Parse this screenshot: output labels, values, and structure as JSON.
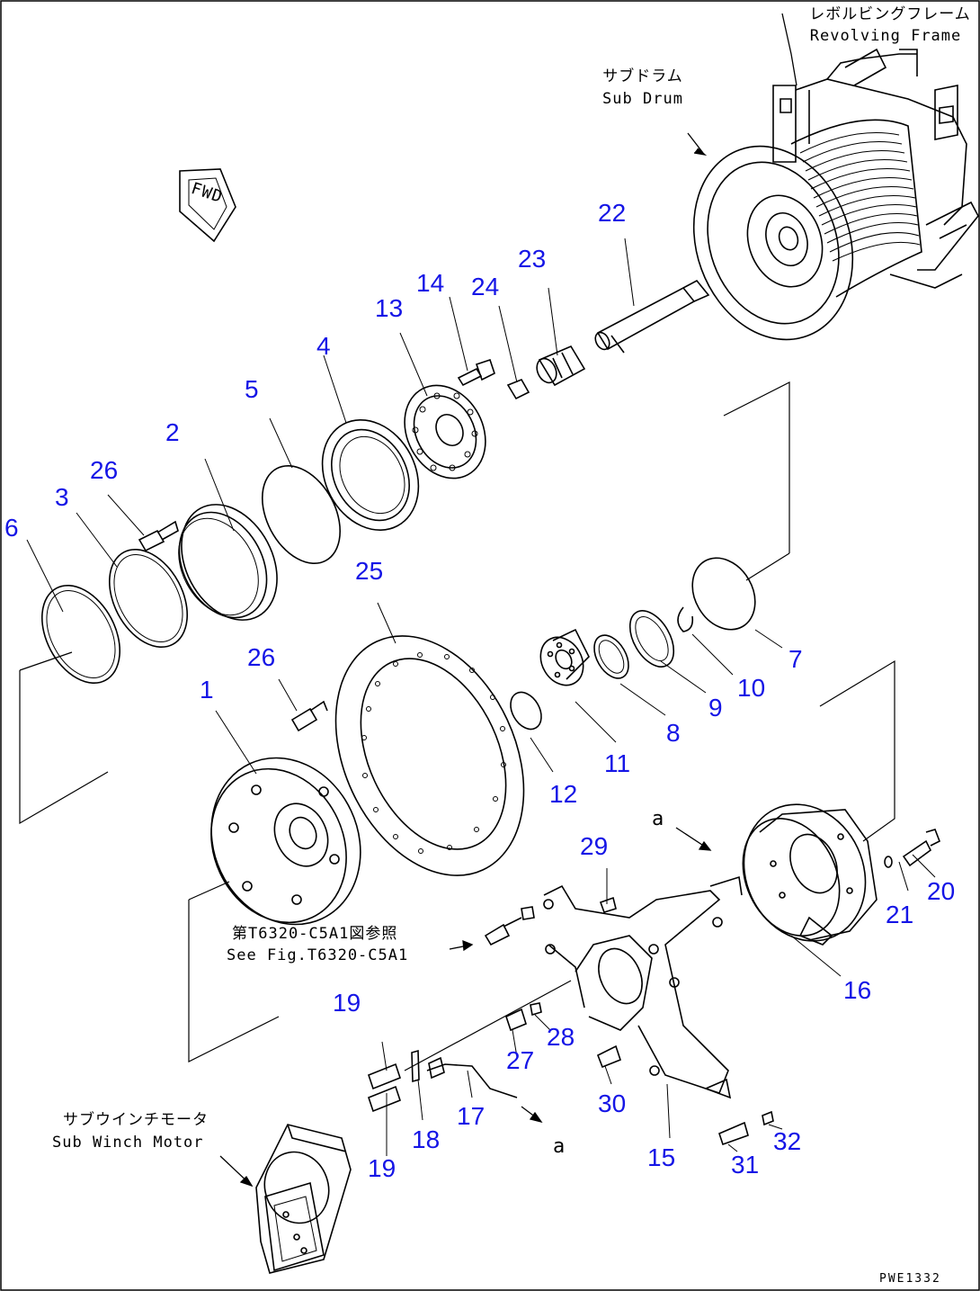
{
  "labels": {
    "revolving_frame_jp": "レボルビングフレーム",
    "revolving_frame_en": "Revolving Frame",
    "sub_drum_jp": "サブドラム",
    "sub_drum_en": "Sub Drum",
    "fwd": "FWD",
    "see_fig_jp": "第T6320-C5A1図参照",
    "see_fig_en": "See Fig.T6320-C5A1",
    "sub_winch_motor_jp": "サブウインチモータ",
    "sub_winch_motor_en": "Sub Winch Motor",
    "ref_a": "a",
    "drawing_code": "PWE1332"
  },
  "colors": {
    "callout": "#1515e6",
    "line": "#000000",
    "background": "#ffffff"
  },
  "parts": {
    "n1": "1",
    "n2": "2",
    "n3": "3",
    "n4": "4",
    "n5": "5",
    "n6": "6",
    "n7": "7",
    "n8": "8",
    "n9": "9",
    "n10": "10",
    "n11": "11",
    "n12": "12",
    "n13": "13",
    "n14": "14",
    "n15": "15",
    "n16": "16",
    "n17": "17",
    "n18": "18",
    "n19": "19",
    "n20": "20",
    "n21": "21",
    "n22": "22",
    "n23": "23",
    "n24": "24",
    "n25": "25",
    "n26": "26",
    "n27": "27",
    "n28": "28",
    "n29": "29",
    "n30": "30",
    "n31": "31",
    "n32": "32"
  }
}
